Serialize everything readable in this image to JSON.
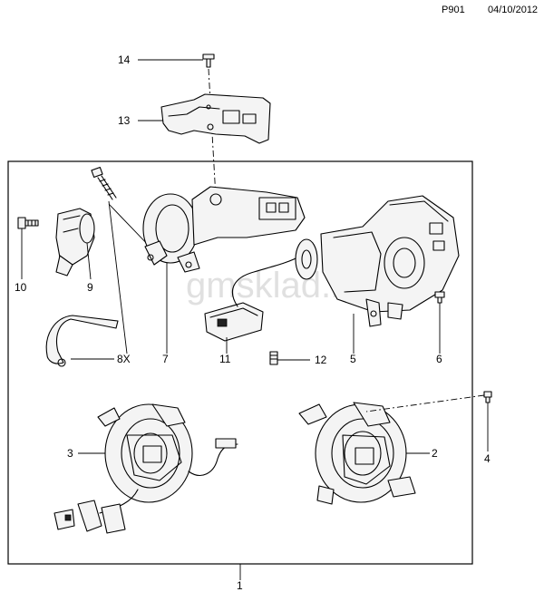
{
  "header": {
    "code": "P901",
    "date": "04/10/2012"
  },
  "watermark": "gmsklad.ru",
  "callouts": [
    {
      "id": "c14",
      "label": "14"
    },
    {
      "id": "c13",
      "label": "13"
    },
    {
      "id": "c10",
      "label": "10"
    },
    {
      "id": "c9",
      "label": "9"
    },
    {
      "id": "c8x",
      "label": "8X"
    },
    {
      "id": "c7",
      "label": "7"
    },
    {
      "id": "c11",
      "label": "11"
    },
    {
      "id": "c12",
      "label": "12"
    },
    {
      "id": "c5",
      "label": "5"
    },
    {
      "id": "c6",
      "label": "6"
    },
    {
      "id": "c3",
      "label": "3"
    },
    {
      "id": "c2",
      "label": "2"
    },
    {
      "id": "c4",
      "label": "4"
    },
    {
      "id": "c1",
      "label": "1"
    }
  ]
}
